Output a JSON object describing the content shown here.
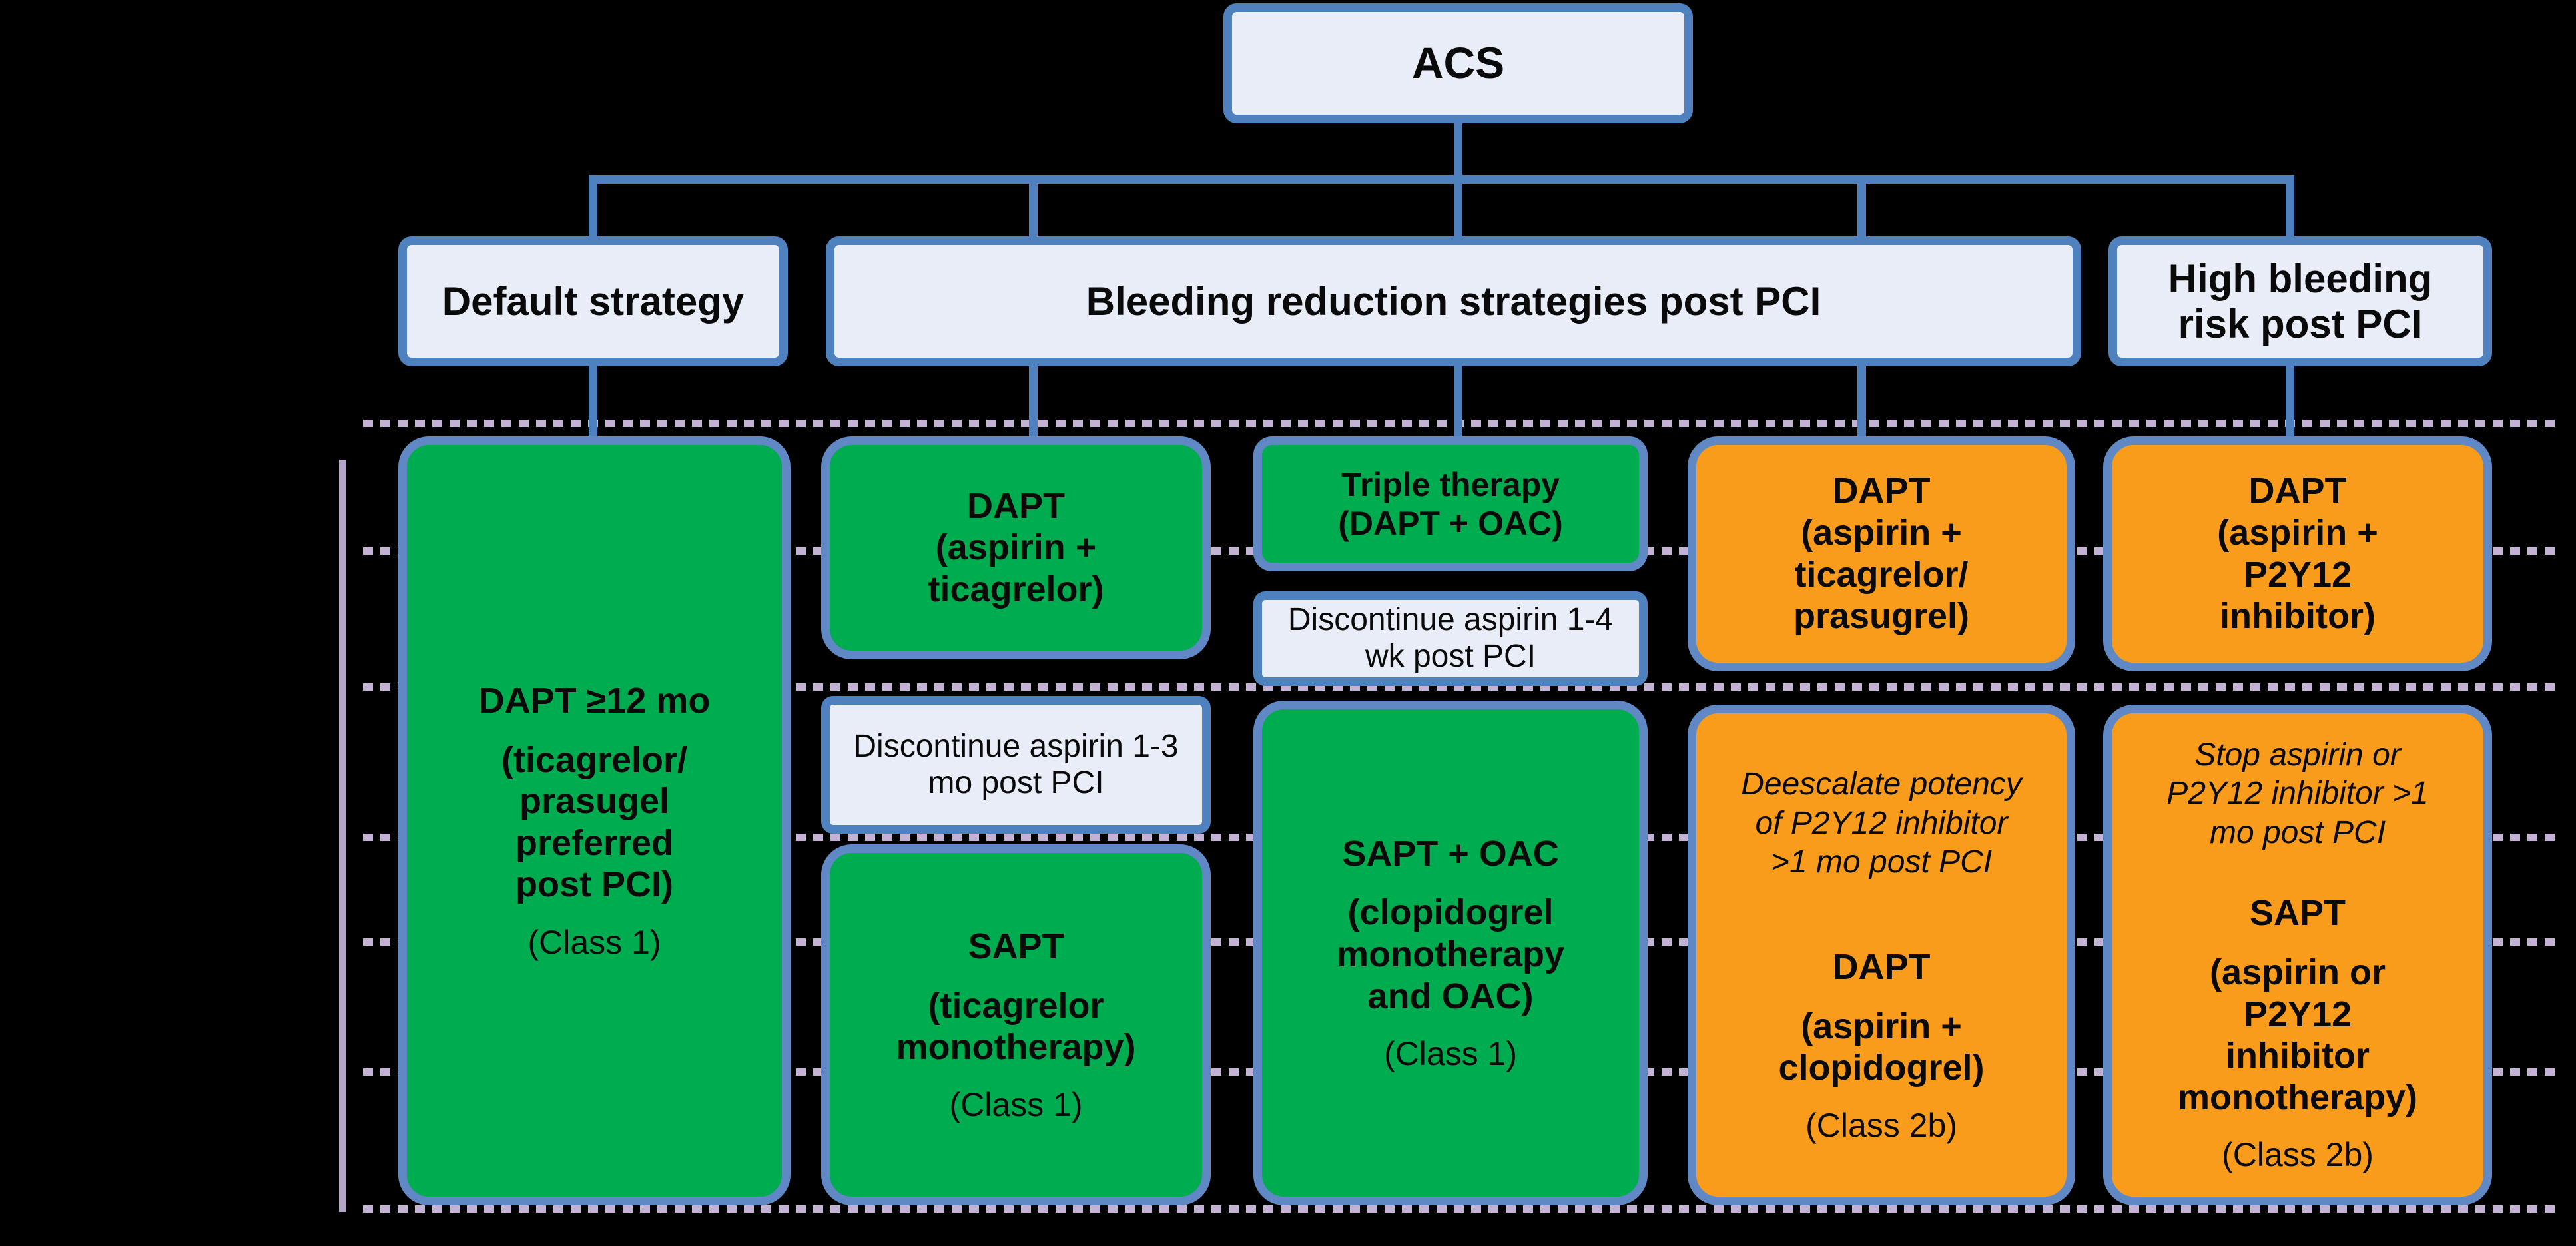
{
  "colors": {
    "background": "#000000",
    "green": "#00AC50",
    "orange": "#F99C1B",
    "light": "#E8EDF8",
    "line_blue": "#4E81BD",
    "box_border": "#5F88C5",
    "dash": "#C3B2D6",
    "axis": "#B5A6C9",
    "text": "#0A0A0A"
  },
  "root": {
    "label": "ACS"
  },
  "branches": {
    "default": {
      "label": "Default strategy"
    },
    "bleeding": {
      "label": "Bleeding reduction strategies post PCI"
    },
    "hbr": {
      "label": "High bleeding risk post PCI"
    }
  },
  "columns": {
    "col1": {
      "main": {
        "title": "DAPT ≥12 mo",
        "subtitle": "(ticagrelor/ prasugel preferred post PCI)",
        "class_label": "(Class 1)"
      }
    },
    "col2": {
      "top": {
        "title": "DAPT",
        "subtitle": "(aspirin + ticagrelor)"
      },
      "note": {
        "text": "Discontinue aspirin 1-3 mo post PCI"
      },
      "bottom": {
        "title": "SAPT",
        "subtitle": "(ticagrelor monotherapy)",
        "class_label": "(Class 1)"
      }
    },
    "col3": {
      "top": {
        "title": "Triple therapy",
        "subtitle": "(DAPT + OAC)"
      },
      "note": {
        "text": "Discontinue aspirin 1-4 wk post PCI"
      },
      "bottom": {
        "title": "SAPT + OAC",
        "subtitle": "(clopidogrel monotherapy and OAC)",
        "class_label": "(Class 1)"
      }
    },
    "col4": {
      "top": {
        "title": "DAPT",
        "subtitle": "(aspirin + ticagrelor/ prasugrel)"
      },
      "bottom": {
        "note": "Deescalate potency of P2Y12 inhibitor >1 mo post PCI",
        "title": "DAPT",
        "subtitle": "(aspirin + clopidogrel)",
        "class_label": "(Class 2b)"
      }
    },
    "col5": {
      "top": {
        "title": "DAPT",
        "subtitle": "(aspirin + P2Y12 inhibitor)"
      },
      "bottom": {
        "note": "Stop aspirin or P2Y12 inhibitor >1 mo post PCI",
        "title": "SAPT",
        "subtitle": "(aspirin or P2Y12 inhibitor monotherapy)",
        "class_label": "(Class 2b)"
      }
    }
  }
}
